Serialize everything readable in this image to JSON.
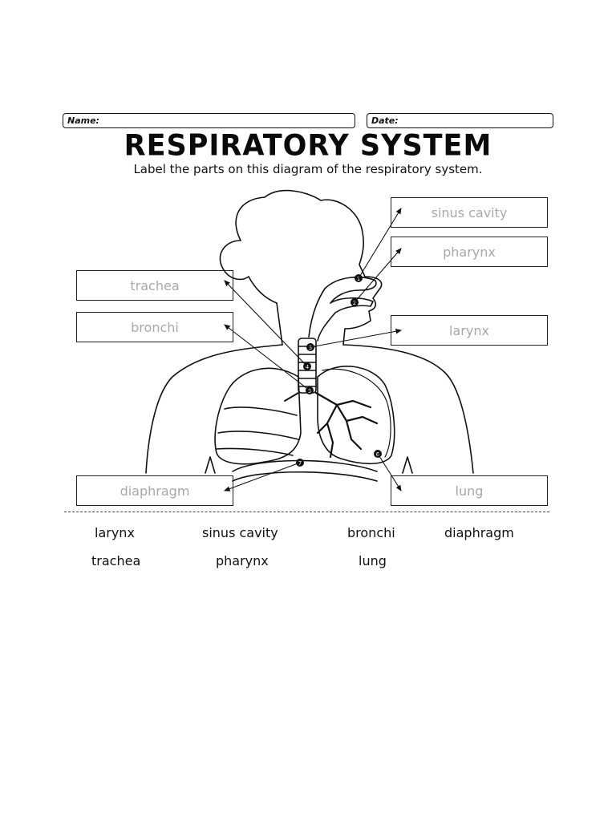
{
  "header": {
    "name_label": "Name:",
    "date_label": "Date:"
  },
  "title": "RESPIRATORY SYSTEM",
  "instructions": "Label the parts on this diagram of the respiratory system.",
  "labels": {
    "sinus_cavity": "sinus cavity",
    "pharynx": "pharynx",
    "trachea": "trachea",
    "bronchi": "bronchi",
    "larynx": "larynx",
    "diaphragm": "diaphragm",
    "lung": "lung"
  },
  "markers": [
    "1",
    "2",
    "3",
    "4",
    "5",
    "6",
    "7"
  ],
  "word_bank": {
    "row1": [
      "larynx",
      "sinus cavity",
      "bronchi",
      "diaphragm"
    ],
    "row2": [
      "trachea",
      "pharynx",
      "lung"
    ]
  }
}
